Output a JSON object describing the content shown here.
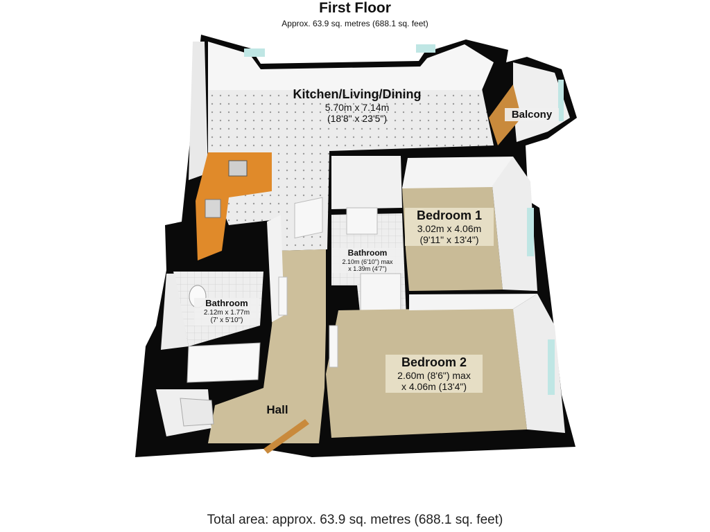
{
  "header": {
    "title": "First Floor",
    "subtitle": "Approx. 63.9 sq. metres (688.1 sq. feet)"
  },
  "rooms": {
    "kitchen": {
      "name": "Kitchen/Living/Dining",
      "dim_m": "5.70m x 7.14m",
      "dim_ft": "(18'8\" x 23'5\")"
    },
    "balcony": {
      "name": "Balcony"
    },
    "bedroom1": {
      "name": "Bedroom 1",
      "dim_m": "3.02m x 4.06m",
      "dim_ft": "(9'11\" x 13'4\")"
    },
    "ensuite": {
      "name": "Bathroom",
      "dim_m": "2.10m (6'10\") max",
      "dim_ft": "x 1.39m (4'7\")"
    },
    "bathroom": {
      "name": "Bathroom",
      "dim_m": "2.12m x 1.77m",
      "dim_ft": "(7' x 5'10\")"
    },
    "bedroom2": {
      "name": "Bedroom 2",
      "dim_m": "2.60m (8'6\") max",
      "dim_ft": "x 4.06m (13'4\")"
    },
    "hall": {
      "name": "Hall"
    }
  },
  "footer": {
    "total": "Total area: approx. 63.9 sq. metres (688.1 sq. feet)"
  },
  "colors": {
    "wall": "#0a0a0a",
    "wall_face": "#f4f4f4",
    "tile_floor": "#e6e6e6",
    "carpet": "#c9bb97",
    "hall_floor": "#cdbf9b",
    "worktop": "#e08a2a",
    "door_wood": "#c98a3c",
    "glass": "#bfe6e4"
  }
}
